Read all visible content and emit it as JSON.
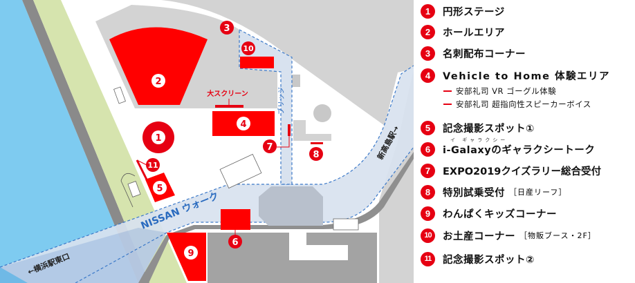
{
  "colors": {
    "accent": "#e60012",
    "water": "#7ecbf0",
    "walkway": "#d8e2ef",
    "walk_text": "#2a6bbf",
    "gray": "#d3d3d3",
    "building": "#a3a3a3",
    "green": "#d6e4ae"
  },
  "map": {
    "markers": [
      "1",
      "2",
      "3",
      "4",
      "5",
      "6",
      "7",
      "8",
      "9",
      "10",
      "11"
    ],
    "labels": {
      "big_screen": "大スクリーン",
      "bridge": "ブリッジ",
      "nissan_walk": "NISSAN ウォーク",
      "shin_takashima": "新高島駅→",
      "yokohama_east": "←横浜駅東口"
    }
  },
  "legend": {
    "items": [
      {
        "num": "1",
        "label": "円形ステージ"
      },
      {
        "num": "2",
        "label": "ホールエリア"
      },
      {
        "num": "3",
        "label": "名刺配布コーナー"
      },
      {
        "num": "4",
        "label": "Vehicle to Home 体験エリア",
        "subs": [
          "安部礼司 VR ゴーグル体験",
          "安部礼司 超指向性スピーカーボイス"
        ]
      },
      {
        "num": "5",
        "label": "記念撮影スポット①"
      },
      {
        "num": "6",
        "label": "i-Galaxyのギャラクシートーク",
        "ruby": "イ ギャラクシー"
      },
      {
        "num": "7",
        "label": "EXPO2019クイズラリー総合受付"
      },
      {
        "num": "8",
        "label": "特別試乗受付",
        "note": "［日産リーフ］"
      },
      {
        "num": "9",
        "label": "わんぱくキッズコーナー"
      },
      {
        "num": "10",
        "label": "お土産コーナー",
        "note": "［物販ブース・2F］"
      },
      {
        "num": "11",
        "label": "記念撮影スポット②"
      }
    ]
  }
}
